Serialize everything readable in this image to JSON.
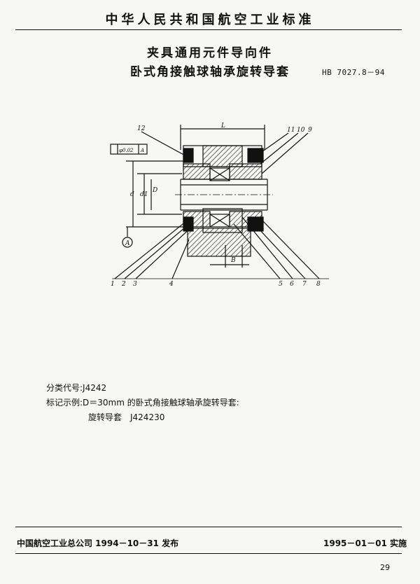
{
  "header": {
    "organization": "中华人民共和国航空工业标准",
    "title_line1": "夹具通用元件导向件",
    "title_line2": "卧式角接触球轴承旋转导套",
    "standard_code": "HB 7027.8－94"
  },
  "drawing": {
    "dimension_L": "L",
    "dimension_d": "d",
    "dimension_d1": "d1",
    "dimension_D": "D",
    "dimension_B": "B",
    "datum": "A",
    "tolerance_value": "φ0.02",
    "tolerance_datum": "A",
    "part_numbers_top": [
      "12",
      "11",
      "10",
      "9"
    ],
    "part_numbers_bottom": [
      "1",
      "2",
      "3",
      "4",
      "5",
      "6",
      "7",
      "8"
    ]
  },
  "info": {
    "classification": "分类代号:J4242",
    "marking_example": "标记示例:D＝30mm 的卧式角接触球轴承旋转导套:",
    "marking_value": "旋转导套　J424230"
  },
  "footer": {
    "issued": "中国航空工业总公司 1994－10－31 发布",
    "effective": "1995－01－01 实施",
    "page": "29"
  }
}
